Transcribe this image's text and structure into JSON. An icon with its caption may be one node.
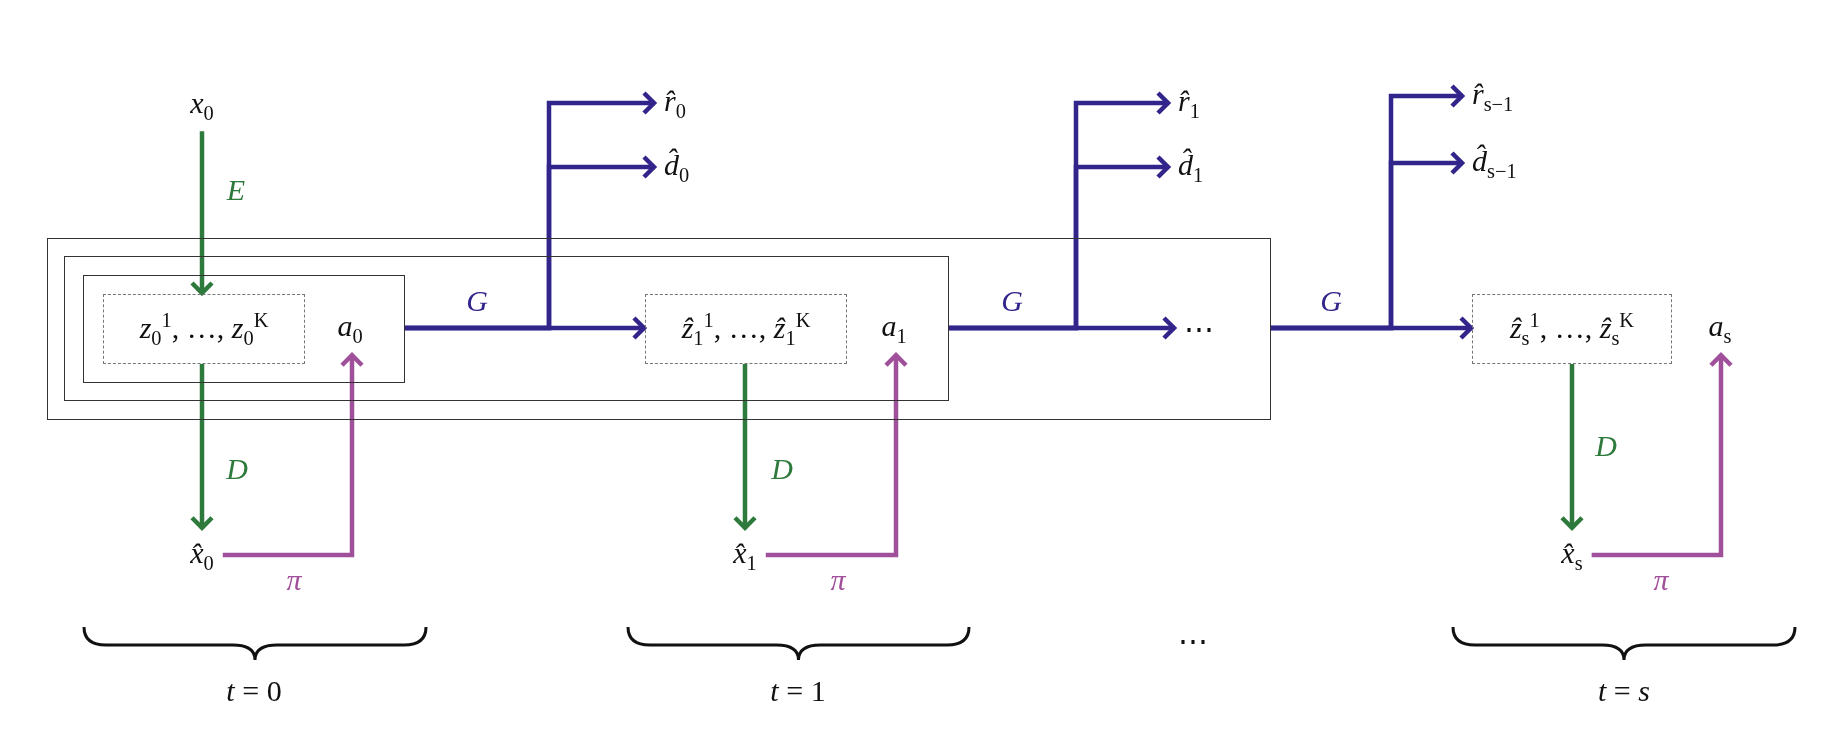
{
  "diagram": {
    "nodes": [
      {
        "text": [],
        "shape": "box"
      },
      {
        "text": [],
        "shape": "box",
        "in": 0
      },
      {
        "text": [],
        "shape": "box",
        "in": 1
      },
      {
        "text": [
          "*z*$_{0}$$^{1}$, …, *z*$_{0}$$^{K}$"
        ],
        "in": 2
      },
      {
        "text": [
          "*a*$_{0}$"
        ],
        "in": 2
      },
      {
        "text": [
          "*x*$_{0}$"
        ]
      },
      {
        "text": [
          "*x̂*$_{0}$"
        ]
      },
      {
        "text": [
          "*r̂*$_{0}$"
        ]
      },
      {
        "text": [
          "*d̂*$_{0}$"
        ]
      },
      {
        "text": [
          "*ẑ*$_{1}$$^{1}$, …, *ẑ*$_{1}$$^{K}$"
        ],
        "in": 1
      },
      {
        "text": [
          "*a*$_{1}$"
        ],
        "in": 1
      },
      {
        "text": [
          "*x̂*$_{1}$"
        ]
      },
      {
        "text": [
          "*r̂*$_{1}$"
        ]
      },
      {
        "text": [
          "*d̂*$_{1}$"
        ]
      },
      {
        "text": [
          "⋯"
        ],
        "in": 0
      },
      {
        "text": [
          "*r̂*$_{s−1}$"
        ]
      },
      {
        "text": [
          "*d̂*$_{s−1}$"
        ]
      },
      {
        "text": [
          "*ẑ*$_{s}$$^{1}$, …, *ẑ*$_{s}$$^{K}$"
        ]
      },
      {
        "text": [
          "*a*$_{s}$"
        ]
      },
      {
        "text": [
          "*x̂*$_{s}$"
        ]
      }
    ],
    "edges": [
      {
        "from": 5,
        "to": 3,
        "arrow": "to",
        "label": "E",
        "color": "#2e7a3c"
      },
      {
        "from": 3,
        "to": 6,
        "arrow": "to",
        "label": "D",
        "color": "#2e7a3c"
      },
      {
        "from": 6,
        "to": 4,
        "arrow": "to",
        "label": "π",
        "color": "#a0509a"
      },
      {
        "from": 2,
        "to": 9,
        "arrow": "to",
        "label": "G"
      },
      {
        "from": 2,
        "to": 7,
        "arrow": "to"
      },
      {
        "from": 2,
        "to": 8,
        "arrow": "to"
      },
      {
        "from": 9,
        "to": 11,
        "arrow": "to",
        "label": "D",
        "color": "#2e7a3c"
      },
      {
        "from": 11,
        "to": 10,
        "arrow": "to",
        "label": "π",
        "color": "#a0509a"
      },
      {
        "from": 1,
        "to": 14,
        "arrow": "to",
        "label": "G"
      },
      {
        "from": 1,
        "to": 12,
        "arrow": "to"
      },
      {
        "from": 1,
        "to": 13,
        "arrow": "to"
      },
      {
        "from": 17,
        "to": 19,
        "arrow": "to",
        "label": "D",
        "color": "#2e7a3c"
      },
      {
        "from": 19,
        "to": 18,
        "arrow": "to",
        "label": "π",
        "color": "#a0509a"
      },
      {
        "from": 0,
        "to": 17,
        "arrow": "to",
        "label": "G"
      },
      {
        "from": 0,
        "to": 15,
        "arrow": "to"
      },
      {
        "from": 0,
        "to": 16,
        "arrow": "to"
      }
    ],
    "labels": [
      "⋯",
      "*t* = 0",
      "*t* = 1",
      "*t* = *s*"
    ]
  }
}
